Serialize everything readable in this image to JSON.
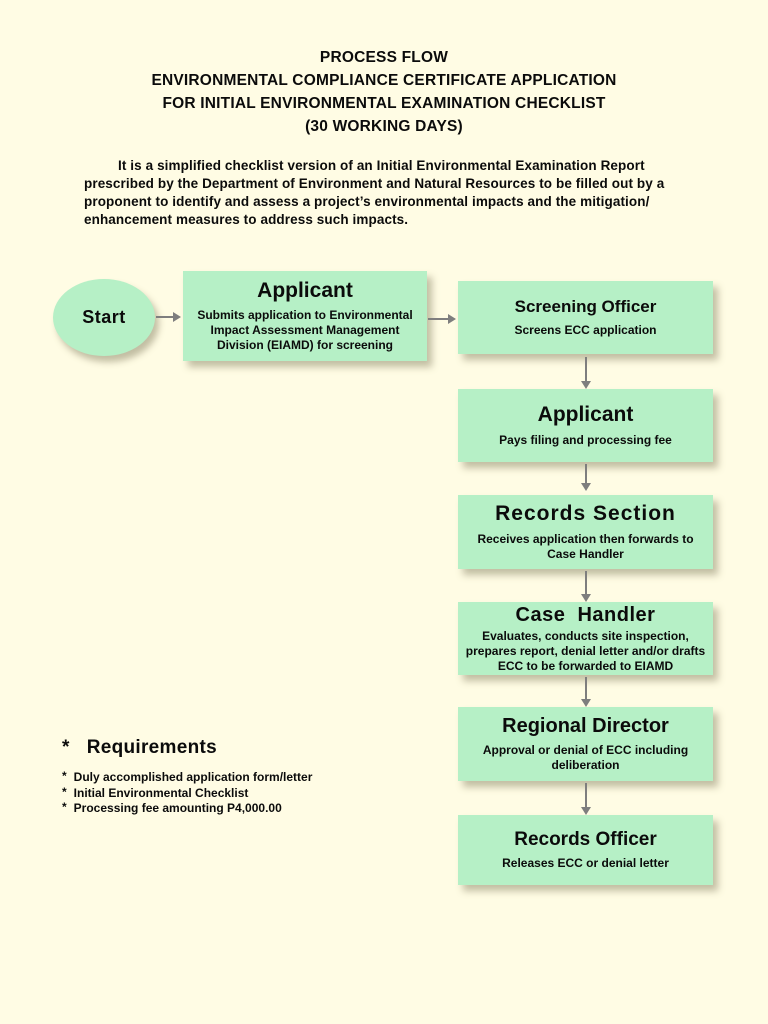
{
  "colors": {
    "box_green": "#B6F0C6",
    "page_cream": "#FFFCE4",
    "arrow_gray": "#7E7E7E"
  },
  "page": {
    "title_lines": [
      "PROCESS FLOW",
      "ENVIRONMENTAL COMPLIANCE CERTIFICATE APPLICATION",
      "FOR INITIAL ENVIRONMENTAL EXAMINATION CHECKLIST",
      "(30 WORKING DAYS)"
    ],
    "intro": "It is a simplified checklist version of an Initial Environmental Examination Report prescribed by the Department of Environment and Natural Resources to be filled out by a proponent to identify and assess a project’s environmental impacts and the mitigation/ enhancement measures to address such impacts."
  },
  "flow": {
    "start_label": "Start",
    "nodes": [
      {
        "title": "Applicant",
        "body": "Submits application to Environmental Impact Assessment Management Division (EIAMD) for screening"
      },
      {
        "title": "Screening Officer",
        "body": "Screens ECC application"
      },
      {
        "title": "Applicant",
        "body": "Pays filing and processing fee"
      },
      {
        "title": "Records Section",
        "body": "Receives application then forwards to Case Handler"
      },
      {
        "title": "Case  Handler",
        "body": "Evaluates, conducts site inspection, prepares report, denial letter and/or drafts ECC to be forwarded to EIAMD"
      },
      {
        "title": "Regional Director",
        "body": "Approval or denial of ECC including deliberation"
      },
      {
        "title": "Records Officer",
        "body": "Releases ECC or denial letter"
      }
    ]
  },
  "requirements": {
    "marker": "*",
    "heading": "Requirements",
    "items": [
      "Duly accomplished application form/letter",
      "Initial Environmental Checklist",
      "Processing fee amounting P4,000.00"
    ]
  }
}
